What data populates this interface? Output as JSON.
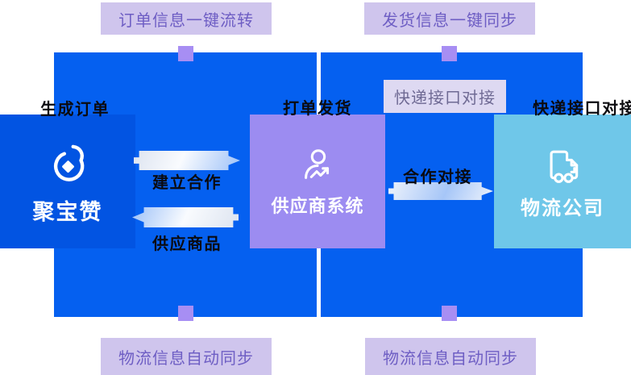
{
  "header_labels": {
    "left": "订单信息一键流转",
    "right": "发货信息一键同步"
  },
  "footer_labels": {
    "left": "物流信息自动同步",
    "right": "物流信息自动同步"
  },
  "nodes": {
    "jubaozan": {
      "label": "聚宝赞",
      "icon": "jubaozan-logo-icon",
      "color": "#0254e2"
    },
    "supplier": {
      "label": "供应商系统",
      "icon": "supplier-person-trend-icon",
      "color": "#9c8cf1"
    },
    "logistics": {
      "label": "物流公司",
      "icon": "delivery-truck-icon",
      "color": "#6fc7e9"
    }
  },
  "edge_labels": {
    "generate_order": "生成订单",
    "print_and_ship": "打单发货",
    "express_api_badge": "快递接口对接",
    "express_api_right": "快递接口对接",
    "establish_cooperation": "建立合作",
    "supply_goods": "供应商品",
    "cooperation_connect": "合作对接"
  },
  "colors": {
    "panel_blue": "#0560f0",
    "jubaozan_blue": "#0254e2",
    "supplier_purple": "#9c8cf1",
    "logistics_cyan": "#6fc7e9",
    "connector_purple": "#a78ef3",
    "caption_bg": "#cfc5ed",
    "caption_text": "#6e5ec4",
    "badge_bg": "#ded9f2",
    "badge_text": "#6f6a94",
    "edge_text_black": "#0b0b10"
  }
}
